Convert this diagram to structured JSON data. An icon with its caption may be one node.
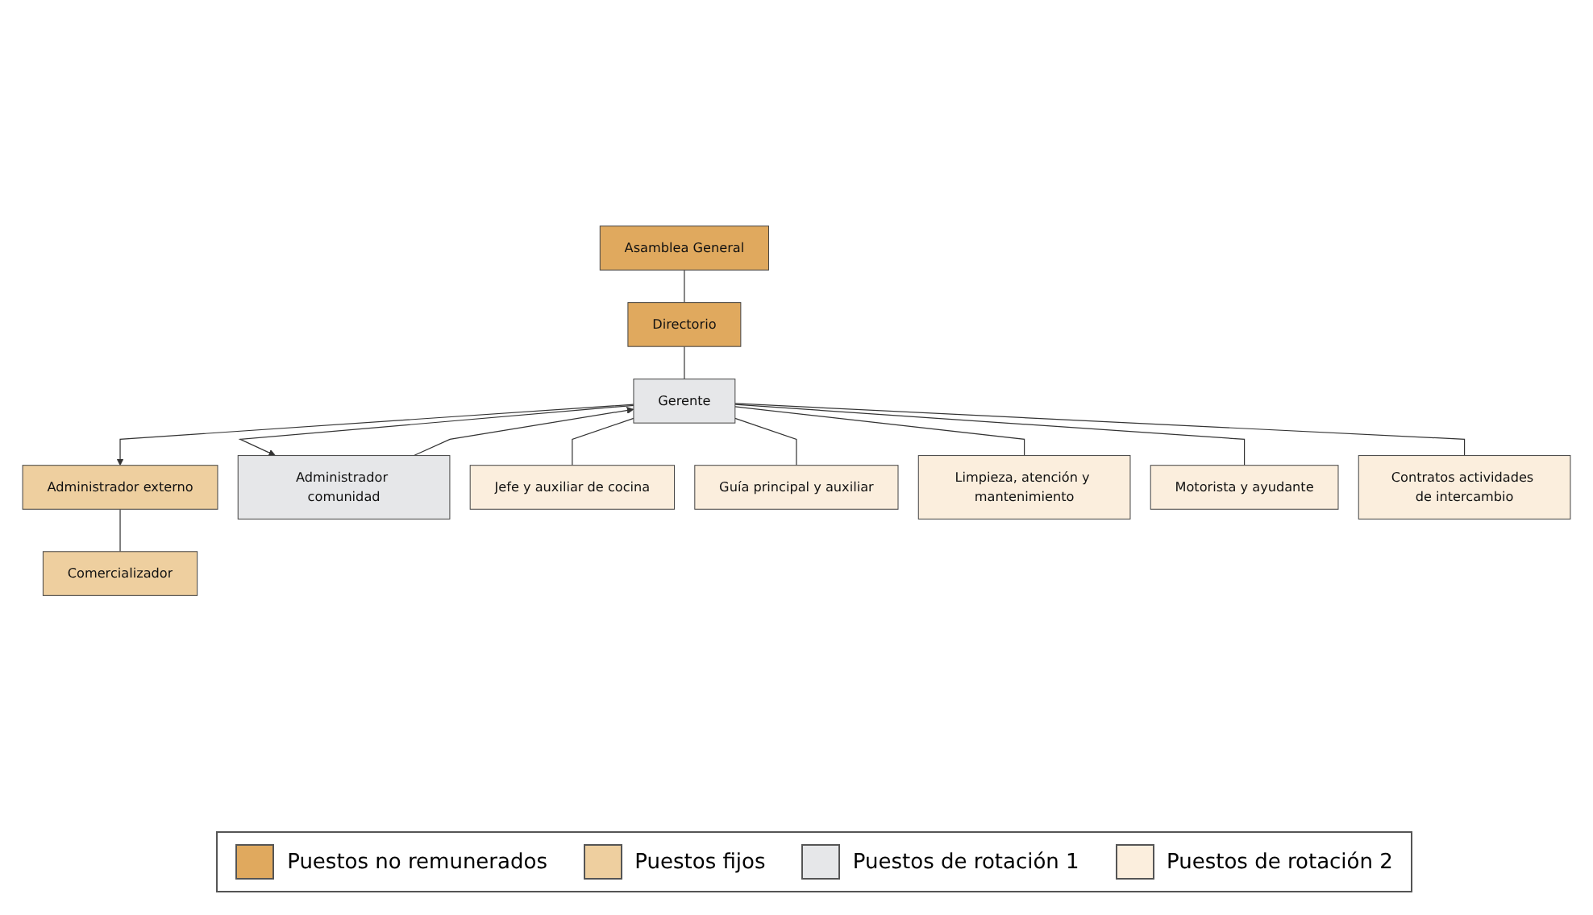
{
  "diagram": {
    "nodes": [
      {
        "text": [
          "Asamblea General"
        ]
      },
      {
        "text": [
          "Directorio"
        ]
      },
      {
        "text": [
          "Gerente"
        ]
      },
      {
        "text": [
          "Administrador externo"
        ]
      },
      {
        "text": [
          "Comercializador"
        ]
      },
      {
        "text": [
          "Administrador comunidad"
        ]
      },
      {
        "text": [
          "Jefe y auxiliar de cocina"
        ]
      },
      {
        "text": [
          "Guía principal y auxiliar"
        ]
      },
      {
        "text": [
          "Limpieza, atención y mantenimiento"
        ]
      },
      {
        "text": [
          "Motorista y ayudante"
        ]
      },
      {
        "text": [
          "Contratos actividades de intercambio"
        ]
      }
    ],
    "edges": [
      {
        "from": 0,
        "to": 1,
        "arrow": "none"
      },
      {
        "from": 1,
        "to": 2,
        "arrow": "none"
      },
      {
        "from": 2,
        "to": 3,
        "arrow": "to"
      },
      {
        "from": 3,
        "to": 4,
        "arrow": "none"
      },
      {
        "from": 2,
        "to": 5,
        "arrow": "to"
      },
      {
        "from": 5,
        "to": 2,
        "arrow": "to"
      },
      {
        "from": 2,
        "to": 6,
        "arrow": "none"
      },
      {
        "from": 2,
        "to": 7,
        "arrow": "none"
      },
      {
        "from": 2,
        "to": 8,
        "arrow": "none"
      },
      {
        "from": 2,
        "to": 9,
        "arrow": "none"
      },
      {
        "from": 2,
        "to": 10,
        "arrow": "none"
      }
    ],
    "legend": [
      {
        "text": "Puestos no remunerados",
        "color": "#e0a95e"
      },
      {
        "text": "Puestos fijos",
        "color": "#eecf9f"
      },
      {
        "text": "Puestos de rotación 1",
        "color": "#e6e7e9"
      },
      {
        "text": "Puestos de rotación 2",
        "color": "#fbeedd"
      }
    ]
  }
}
